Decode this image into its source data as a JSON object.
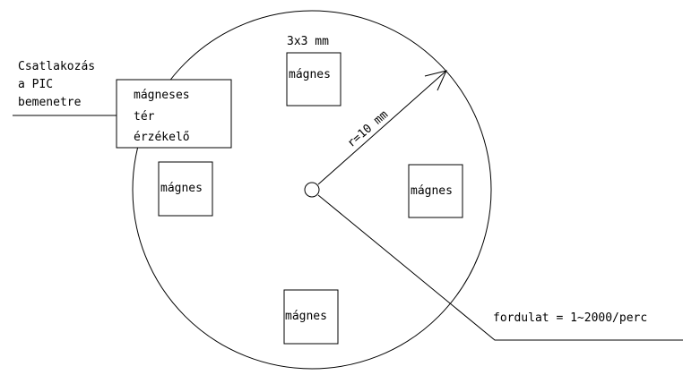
{
  "diagram": {
    "stroke_color": "#000000",
    "background_color": "#ffffff",
    "connection_label": {
      "line1": "Csatlakozás",
      "line2": "a PIC",
      "line3": "bemenetre"
    },
    "sensor_label": {
      "line1": "mágneses",
      "line2": "tér",
      "line3": "érzékelő"
    },
    "magnet_size_label": "3x3 mm",
    "magnet_label": "mágnes",
    "radius_label": "r=10 mm",
    "speed_label": "fordulat = 1~2000/perc"
  }
}
